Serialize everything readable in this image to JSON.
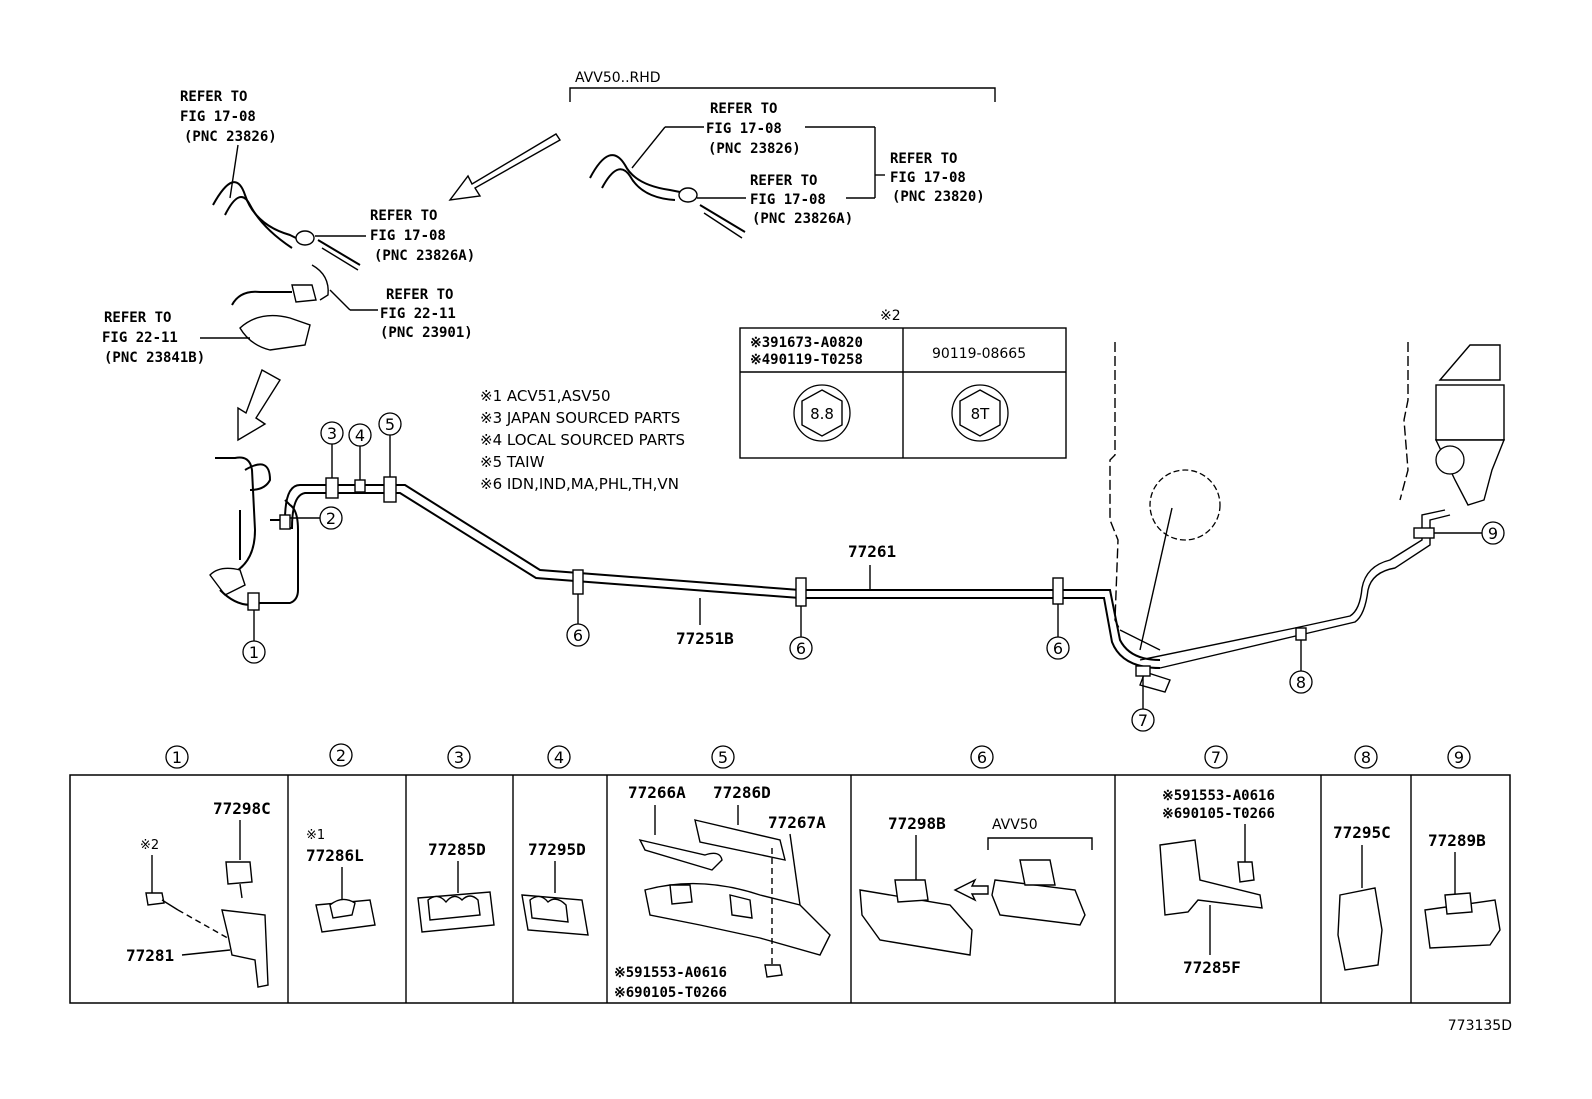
{
  "variant_label": "AVV50..RHD",
  "refs": {
    "r1": {
      "line1": "REFER TO",
      "line2": "FIG 17-08",
      "line3": "(PNC 23826)"
    },
    "r2": {
      "line1": "REFER TO",
      "line2": "FIG 17-08",
      "line3": "(PNC 23826A)"
    },
    "r3": {
      "line1": "REFER TO",
      "line2": "FIG 22-11",
      "line3": "(PNC 23901)"
    },
    "r4": {
      "line1": "REFER TO",
      "line2": "FIG 22-11",
      "line3": "(PNC 23841B)"
    },
    "r5": {
      "line1": "REFER TO",
      "line2": "FIG 17-08",
      "line3": "(PNC 23826)"
    },
    "r6": {
      "line1": "REFER TO",
      "line2": "FIG 17-08",
      "line3": "(PNC 23826A)"
    },
    "r7": {
      "line1": "REFER TO",
      "line2": "FIG 17-08",
      "line3": "(PNC 23820)"
    }
  },
  "notes": [
    "※1 ACV51,ASV50",
    "※3 JAPAN SOURCED PARTS",
    "※4 LOCAL SOURCED PARTS",
    "※5 TAIW",
    "※6 IDN,IND,MA,PHL,TH,VN"
  ],
  "bolt_table": {
    "header": "※2",
    "left_line1": "※391673-A0820",
    "left_line2": "※490119-T0258",
    "right_label": "90119-08665",
    "left_mark": "8.8",
    "right_mark": "8T"
  },
  "main_parts": {
    "tube1": "77261",
    "tube2": "77251B"
  },
  "callouts": [
    "1",
    "2",
    "3",
    "4",
    "5",
    "6",
    "7",
    "8",
    "9"
  ],
  "detail_panels": {
    "p1": {
      "num": "1",
      "a": "77298C",
      "b": "※2",
      "c": "77281"
    },
    "p2": {
      "num": "2",
      "a": "※1",
      "b": "77286L"
    },
    "p3": {
      "num": "3",
      "a": "77285D"
    },
    "p4": {
      "num": "4",
      "a": "77295D"
    },
    "p5": {
      "num": "5",
      "a": "77266A",
      "b": "77286D",
      "c": "77267A",
      "d": "※591553-A0616",
      "e": "※690105-T0266"
    },
    "p6": {
      "num": "6",
      "a": "77298B",
      "b": "AVV50"
    },
    "p7": {
      "num": "7",
      "a": "※591553-A0616",
      "b": "※690105-T0266",
      "c": "77285F"
    },
    "p8": {
      "num": "8",
      "a": "77295C"
    },
    "p9": {
      "num": "9",
      "a": "77289B"
    }
  },
  "figure_id": "773135D"
}
